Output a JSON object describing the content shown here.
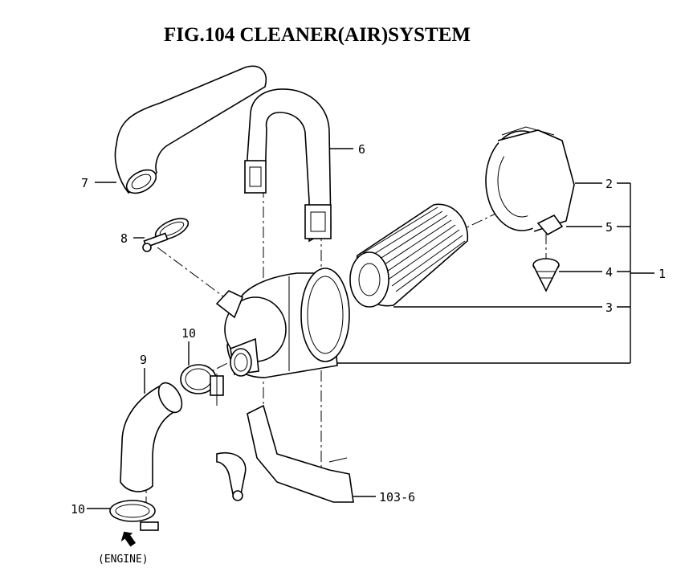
{
  "title": "FIG.104  CLEANER(AIR)SYSTEM",
  "callouts": {
    "c1": "1",
    "c2": "2",
    "c3": "3",
    "c4": "4",
    "c5": "5",
    "c6": "6",
    "c7": "7",
    "c8": "8",
    "c9": "9",
    "c10a": "10",
    "c10b": "10",
    "c103": "103-6"
  },
  "engine_label": "(ENGINE)"
}
